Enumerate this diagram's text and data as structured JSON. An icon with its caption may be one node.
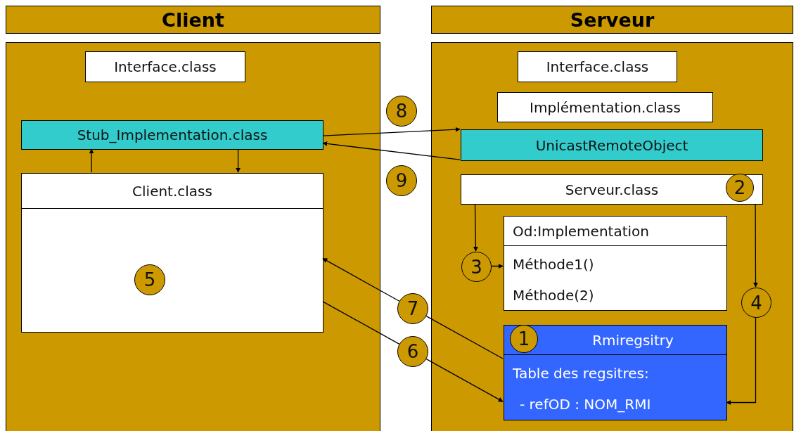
{
  "diagram": {
    "nodes": [
      {
        "text": [
          "Client"
        ]
      },
      {
        "text": [
          "Serveur"
        ]
      },
      {
        "text": [],
        "shape": "box"
      },
      {
        "text": [],
        "shape": "box"
      },
      {
        "text": [
          "Interface.class"
        ],
        "in": 2
      },
      {
        "text": [
          "Stub_Implementation.class"
        ],
        "in": 2
      },
      {
        "text": [
          "Client.class"
        ],
        "in": 2
      },
      {
        "text": [
          "Interface.class"
        ],
        "in": 3
      },
      {
        "text": [
          "Implémentation.class"
        ],
        "in": 3
      },
      {
        "text": [
          "UnicastRemoteObject"
        ],
        "in": 3
      },
      {
        "text": [
          "Serveur.class"
        ],
        "in": 3
      },
      {
        "text": [
          "Od:Implementation",
          "Méthode1()",
          "Méthode(2)"
        ],
        "in": 3
      },
      {
        "text": [
          "Rmiregsitry",
          "Table des regsitres:",
          "- refOD : NOM_RMI"
        ],
        "in": 3
      },
      {
        "text": [
          "3"
        ],
        "in": 3
      },
      {
        "text": [
          "4"
        ],
        "in": 3
      },
      {
        "text": [
          "8"
        ]
      },
      {
        "text": [
          "9"
        ]
      },
      {
        "text": [
          "7"
        ]
      },
      {
        "text": [
          "6"
        ]
      }
    ],
    "edges": [
      {
        "from": 6,
        "to": 5,
        "arrow": "to"
      },
      {
        "from": 5,
        "to": 6,
        "arrow": "to"
      },
      {
        "from": 5,
        "to": 9,
        "arrow": "to"
      },
      {
        "from": 9,
        "to": 5,
        "arrow": "to"
      },
      {
        "from": 10,
        "to": 13,
        "arrow": "to"
      },
      {
        "from": 13,
        "to": 11,
        "arrow": "to"
      },
      {
        "from": 10,
        "to": 14,
        "arrow": "to"
      },
      {
        "from": 14,
        "to": 12,
        "arrow": "to"
      },
      {
        "from": 12,
        "to": 17,
        "arrow": "none"
      },
      {
        "from": 17,
        "to": 6,
        "arrow": "to"
      },
      {
        "from": 6,
        "to": 18,
        "arrow": "none"
      },
      {
        "from": 18,
        "to": 12,
        "arrow": "to"
      }
    ],
    "labels": [
      "5",
      "2",
      "1"
    ]
  }
}
